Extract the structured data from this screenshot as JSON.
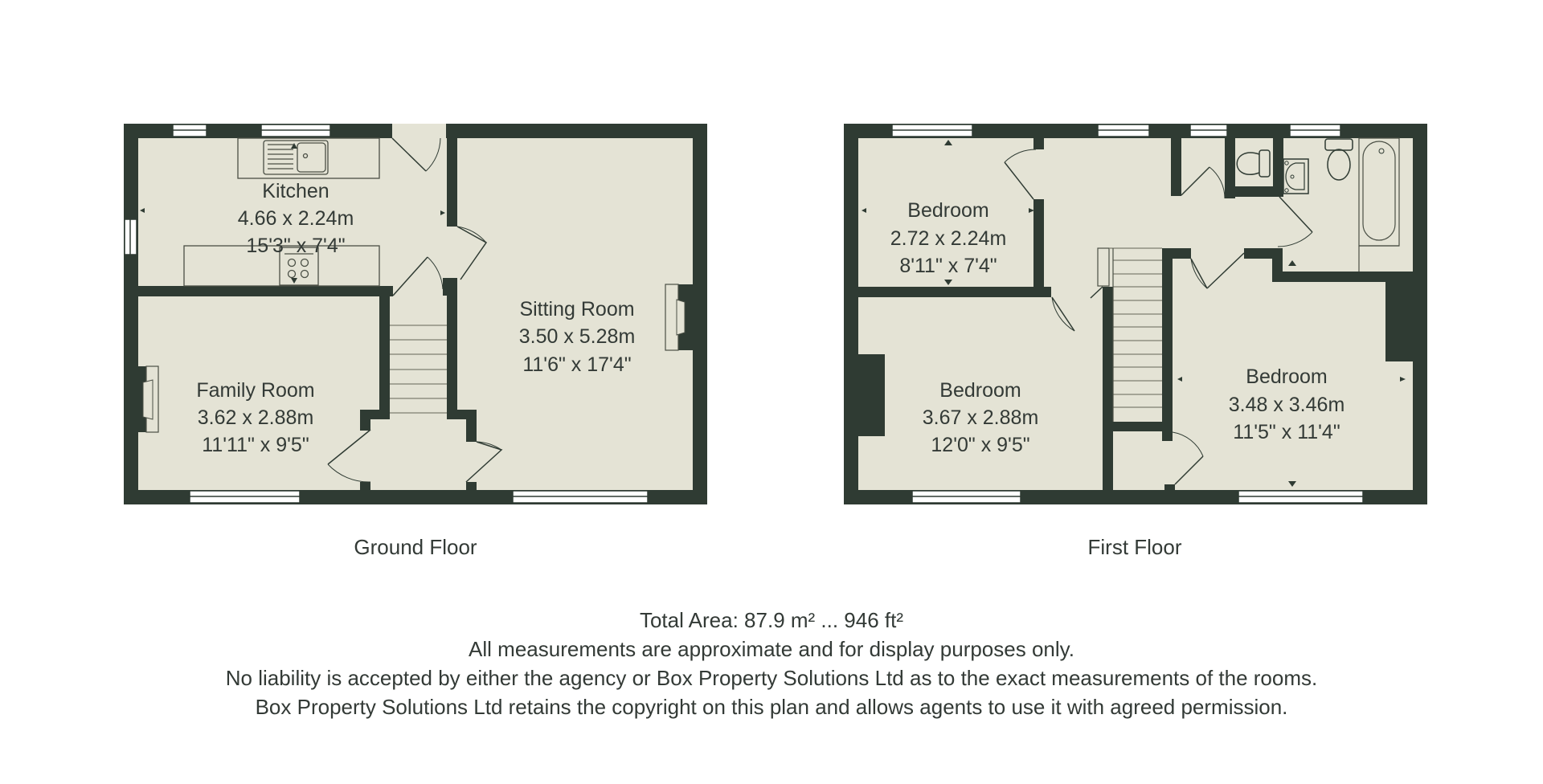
{
  "colors": {
    "wall": "#2f3b33",
    "floor": "#e4e3d5",
    "fixture_line": "#4a4f45",
    "text": "#333a36",
    "background": "#ffffff"
  },
  "ground_floor": {
    "label": "Ground Floor",
    "rooms": [
      {
        "name": "Kitchen",
        "metric": "4.66 x 2.24m",
        "imperial": "15'3\" x 7'4\""
      },
      {
        "name": "Family Room",
        "metric": "3.62 x 2.88m",
        "imperial": "11'11\" x 9'5\""
      },
      {
        "name": "Sitting Room",
        "metric": "3.50 x 5.28m",
        "imperial": "11'6\" x 17'4\""
      }
    ]
  },
  "first_floor": {
    "label": "First Floor",
    "rooms": [
      {
        "name": "Bedroom",
        "metric": "2.72 x 2.24m",
        "imperial": "8'11\" x 7'4\""
      },
      {
        "name": "Bedroom",
        "metric": "3.67 x 2.88m",
        "imperial": "12'0\" x 9'5\""
      },
      {
        "name": "Bedroom",
        "metric": "3.48 x 3.46m",
        "imperial": "11'5\" x 11'4\""
      }
    ]
  },
  "footer": {
    "total_area": "Total Area: 87.9 m² ... 946 ft²",
    "disclaimer_1": "All measurements are approximate and for display purposes only.",
    "disclaimer_2": "No liability is accepted by either the agency or Box Property Solutions Ltd as to the exact measurements of the rooms.",
    "disclaimer_3": "Box Property Solutions Ltd retains the copyright on this plan and allows agents to use it with agreed permission."
  }
}
